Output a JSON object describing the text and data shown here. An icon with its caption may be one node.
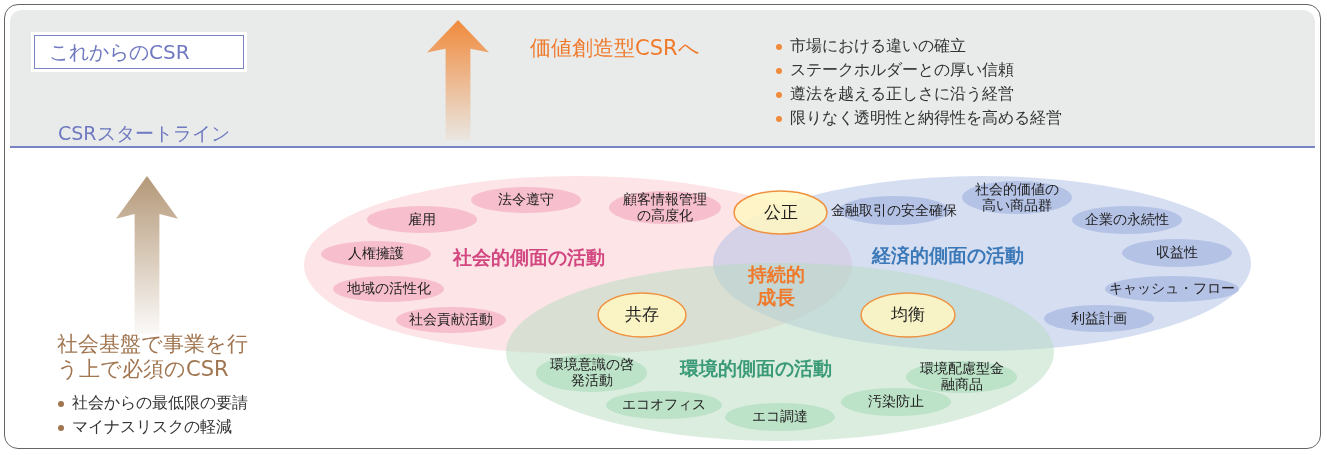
{
  "diagram": {
    "nodes": [
      {
        "text": [
          "これからのCSR"
        ]
      },
      {
        "text": [
          "社会的側面の活動"
        ]
      },
      {
        "text": [
          "経済的側面の活動"
        ]
      },
      {
        "text": [
          "環境的側面の活動"
        ]
      },
      {
        "text": [
          "公正"
        ]
      },
      {
        "text": [
          "共存"
        ]
      },
      {
        "text": [
          "均衡"
        ]
      },
      {
        "text": [
          "法令遵守"
        ],
        "in": 1
      },
      {
        "text": [
          "顧客情報管理の高度化"
        ],
        "in": 1
      },
      {
        "text": [
          "雇用"
        ],
        "in": 1
      },
      {
        "text": [
          "人権擁護"
        ],
        "in": 1
      },
      {
        "text": [
          "地域の活性化"
        ],
        "in": 1
      },
      {
        "text": [
          "社会貢献活動"
        ],
        "in": 1
      },
      {
        "text": [
          "金融取引の安全確保"
        ],
        "in": 2
      },
      {
        "text": [
          "社会的価値の高い商品群"
        ],
        "in": 2
      },
      {
        "text": [
          "企業の永続性"
        ],
        "in": 2
      },
      {
        "text": [
          "収益性"
        ],
        "in": 2
      },
      {
        "text": [
          "キャッシュ・フロー"
        ],
        "in": 2
      },
      {
        "text": [
          "利益計画"
        ],
        "in": 2
      },
      {
        "text": [
          "環境意識の啓発活動"
        ],
        "in": 3
      },
      {
        "text": [
          "エコオフィス"
        ],
        "in": 3
      },
      {
        "text": [
          "エコ調達"
        ],
        "in": 3
      },
      {
        "text": [
          "汚染防止"
        ],
        "in": 3
      },
      {
        "text": [
          "環境配慮型金融商品"
        ],
        "in": 3
      }
    ],
    "labels": [
      "CSRスタートライン",
      "価値創造型CSRへ",
      "市場における違いの確立",
      "ステークホルダーとの厚い信頼",
      "遵法を越える正しさに沿う経営",
      "限りなく透明性と納得性を高める経営",
      "持続的成長",
      "社会基盤で事業を行う上で必須のCSR",
      "社会からの最低限の要請",
      "マイナスリスクの軽減"
    ]
  }
}
